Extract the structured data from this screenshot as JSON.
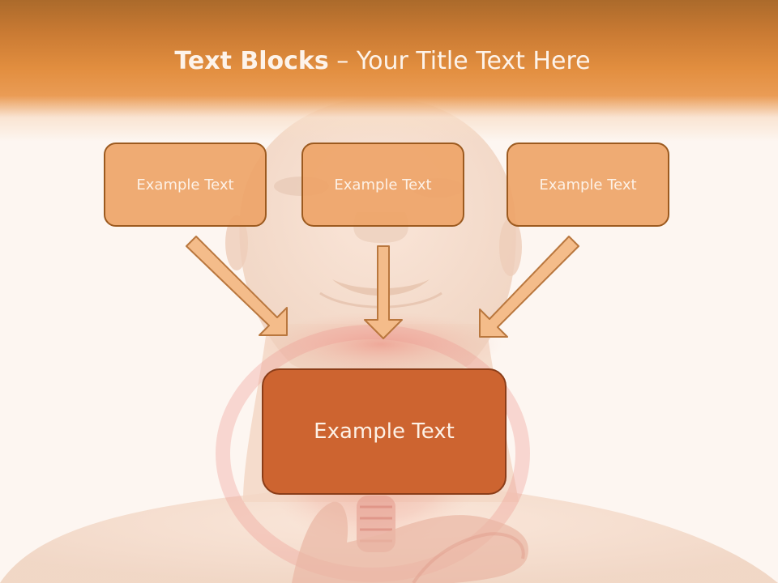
{
  "slide": {
    "title_bold": "Text Blocks",
    "title_sep": " – ",
    "title_rest": "Your Title Text Here",
    "box_left": "Example Text",
    "box_center": "Example Text",
    "box_right": "Example Text",
    "box_main": "Example Text"
  },
  "colors": {
    "header": "#e28e3f",
    "small_box_fill": "#eea468",
    "small_box_border": "#9c5a1f",
    "main_box_fill": "#cd6430",
    "main_box_border": "#8b3d18",
    "arrow_fill": "#f4bc8a",
    "arrow_stroke": "#b9773e"
  },
  "background": {
    "image": "human-head-neck-throat-illustration"
  }
}
